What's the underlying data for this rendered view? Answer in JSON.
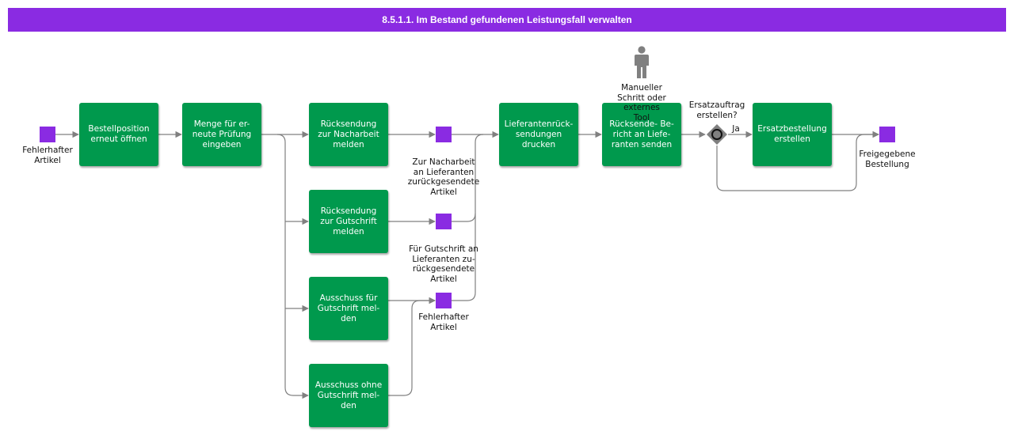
{
  "header": {
    "title": "8.5.1.1. Im Bestand gefundenen Leistungsfall verwalten"
  },
  "tasks": {
    "bestellposition": "Bestellposition\nerneut öffnen",
    "menge": "Menge für er-\nneute Prüfung\neingeben",
    "nacharbeit": "Rücksendung\nzur Nacharbeit\nmelden",
    "gutschrift": "Rücksendung\nzur Gutschrift\nmelden",
    "ausschuss_fuer": "Ausschuss für\nGutschrift mel-\nden",
    "ausschuss_ohne": "Ausschuss ohne\nGutschrift mel-\nden",
    "drucken": "Lieferantenrück-\nsendungen\ndrucken",
    "bericht": "Rücksende- Be-\nricht an Liefe-\nranten senden",
    "ersatzbestellung": "Ersatzbestellung\nerstellen"
  },
  "events": {
    "start": "Fehlerhafter\nArtikel",
    "nacharbeit": "Zur Nacharbeit\nan Lieferanten\nzurückgesendete\nArtikel",
    "gutschrift": "Für Gutschrift an\nLieferanten zu-\nrückgesendete\nArtikel",
    "fehlerhaft": "Fehlerhafter\nArtikel",
    "end": "Freigegebene\nBestellung"
  },
  "actor": {
    "label": "Manueller\nSchritt oder\nexternes\nTool",
    "icon": "person-icon"
  },
  "gateway": {
    "question": "Ersatzauftrag\nerstellen?",
    "yes_label": "Ja",
    "icon": "gateway-diamond-icon"
  },
  "colors": {
    "header": "#8a2be2",
    "task": "#00994d",
    "event": "#8a2be2",
    "connector": "#808080",
    "actor": "#808080"
  }
}
